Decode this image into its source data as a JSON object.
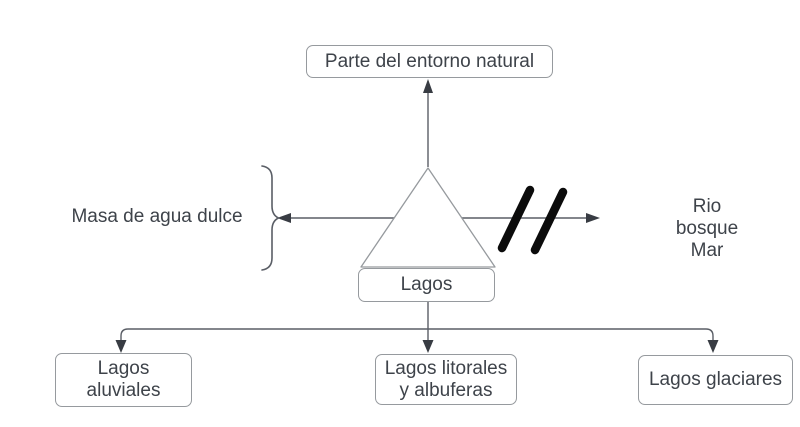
{
  "diagram": {
    "top_node": {
      "label": "Parte del entorno natural"
    },
    "center_node": {
      "label": "Lagos"
    },
    "left_annotation": {
      "label": "Masa de agua dulce"
    },
    "right_annotation": {
      "line1": "Rio",
      "line2": "bosque",
      "line3": "Mar"
    },
    "child_nodes": {
      "aluviales": {
        "line1": "Lagos",
        "line2": "aluviales"
      },
      "litorales": {
        "line1": "Lagos litorales",
        "line2": "y albuferas"
      },
      "glaciares": {
        "line1": "Lagos glaciares"
      }
    },
    "colors": {
      "background": "#ffffff",
      "node_fill": "#ffffff",
      "node_border": "#969a9e",
      "text": "#3e434a",
      "connector": "#5a5e66",
      "arrowhead": "#383c43",
      "break_mark": "#0b0b0b"
    }
  }
}
